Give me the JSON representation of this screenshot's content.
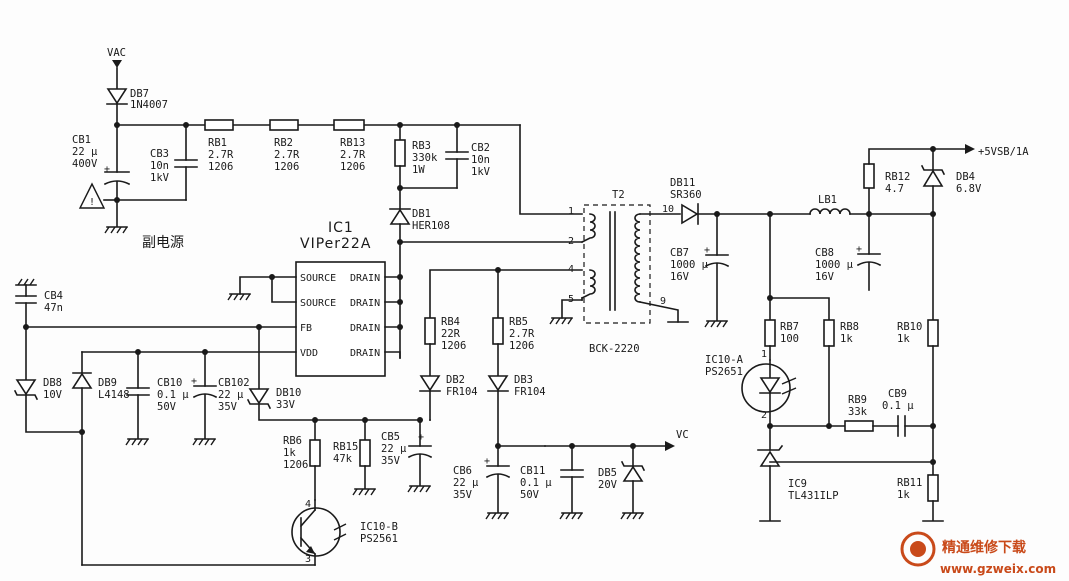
{
  "nets": {
    "vac": "VAC",
    "vc": "VC",
    "vsb": "+5VSB/1A"
  },
  "title_cn": "副电源",
  "ic1": {
    "ref": "IC1",
    "part": "VIPer22A",
    "pins": {
      "source1": "SOURCE",
      "source2": "SOURCE",
      "fb": "FB",
      "vdd": "VDD",
      "drain1": "DRAIN",
      "drain2": "DRAIN",
      "drain3": "DRAIN",
      "drain4": "DRAIN"
    }
  },
  "transformer": {
    "ref": "T2",
    "part": "BCK-2220",
    "pins": {
      "p1": "1",
      "p2": "2",
      "p4": "4",
      "p5": "5",
      "p9": "9",
      "p10": "10"
    }
  },
  "components": {
    "DB7": {
      "ref": "DB7",
      "value": "1N4007"
    },
    "CB1": {
      "ref": "CB1",
      "v1": "22 μ",
      "v2": "400V"
    },
    "CB3": {
      "ref": "CB3",
      "v1": "10n",
      "v2": "1kV"
    },
    "RB1": {
      "ref": "RB1",
      "v1": "2.7R",
      "v2": "1206"
    },
    "RB2": {
      "ref": "RB2",
      "v1": "2.7R",
      "v2": "1206"
    },
    "RB13": {
      "ref": "RB13",
      "v1": "2.7R",
      "v2": "1206"
    },
    "RB3": {
      "ref": "RB3",
      "v1": "330k",
      "v2": "1W"
    },
    "CB2": {
      "ref": "CB2",
      "v1": "10n",
      "v2": "1kV"
    },
    "DB1": {
      "ref": "DB1",
      "value": "HER108"
    },
    "CB4": {
      "ref": "CB4",
      "value": "47n"
    },
    "DB8": {
      "ref": "DB8",
      "value": "10V"
    },
    "DB9": {
      "ref": "DB9",
      "value": "L4148"
    },
    "CB10": {
      "ref": "CB10",
      "v1": "0.1 μ",
      "v2": "50V"
    },
    "CB102": {
      "ref": "CB102",
      "v1": "22 μ",
      "v2": "35V"
    },
    "DB10": {
      "ref": "DB10",
      "value": "33V"
    },
    "RB4": {
      "ref": "RB4",
      "v1": "22R",
      "v2": "1206"
    },
    "RB5": {
      "ref": "RB5",
      "v1": "2.7R",
      "v2": "1206"
    },
    "DB2": {
      "ref": "DB2",
      "value": "FR104"
    },
    "DB3": {
      "ref": "DB3",
      "value": "FR104"
    },
    "RB6": {
      "ref": "RB6",
      "v1": "1k",
      "v2": "1206"
    },
    "RB15": {
      "ref": "RB15",
      "value": "47k"
    },
    "CB5": {
      "ref": "CB5",
      "v1": "22 μ",
      "v2": "35V"
    },
    "CB6": {
      "ref": "CB6",
      "v1": "22 μ",
      "v2": "35V"
    },
    "CB11": {
      "ref": "CB11",
      "v1": "0.1 μ",
      "v2": "50V"
    },
    "DB5": {
      "ref": "DB5",
      "value": "20V"
    },
    "IC10B": {
      "ref": "IC10-B",
      "value": "PS2561"
    },
    "DB11": {
      "ref": "DB11",
      "value": "SR360"
    },
    "CB7": {
      "ref": "CB7",
      "v1": "1000 μ",
      "v2": "16V"
    },
    "LB1": {
      "ref": "LB1"
    },
    "CB8": {
      "ref": "CB8",
      "v1": "1000 μ",
      "v2": "16V"
    },
    "RB12": {
      "ref": "RB12",
      "value": "4.7"
    },
    "DB4": {
      "ref": "DB4",
      "value": "6.8V"
    },
    "RB7": {
      "ref": "RB7",
      "value": "100"
    },
    "RB8": {
      "ref": "RB8",
      "value": "1k"
    },
    "RB10": {
      "ref": "RB10",
      "value": "1k"
    },
    "IC10A": {
      "ref": "IC10-A",
      "value": "PS2651"
    },
    "RB9": {
      "ref": "RB9",
      "value": "33k"
    },
    "CB9": {
      "ref": "CB9",
      "value": "0.1 μ"
    },
    "IC9": {
      "ref": "IC9",
      "value": "TL431ILP"
    },
    "RB11": {
      "ref": "RB11",
      "value": "1k"
    }
  },
  "opto_pins": {
    "a1": "1",
    "a2": "2",
    "b3": "3",
    "b4": "4"
  },
  "watermark": {
    "name": "精通维修下载",
    "url": "www.gzweix.com",
    "colors": {
      "accent": "#c94a1a"
    }
  }
}
